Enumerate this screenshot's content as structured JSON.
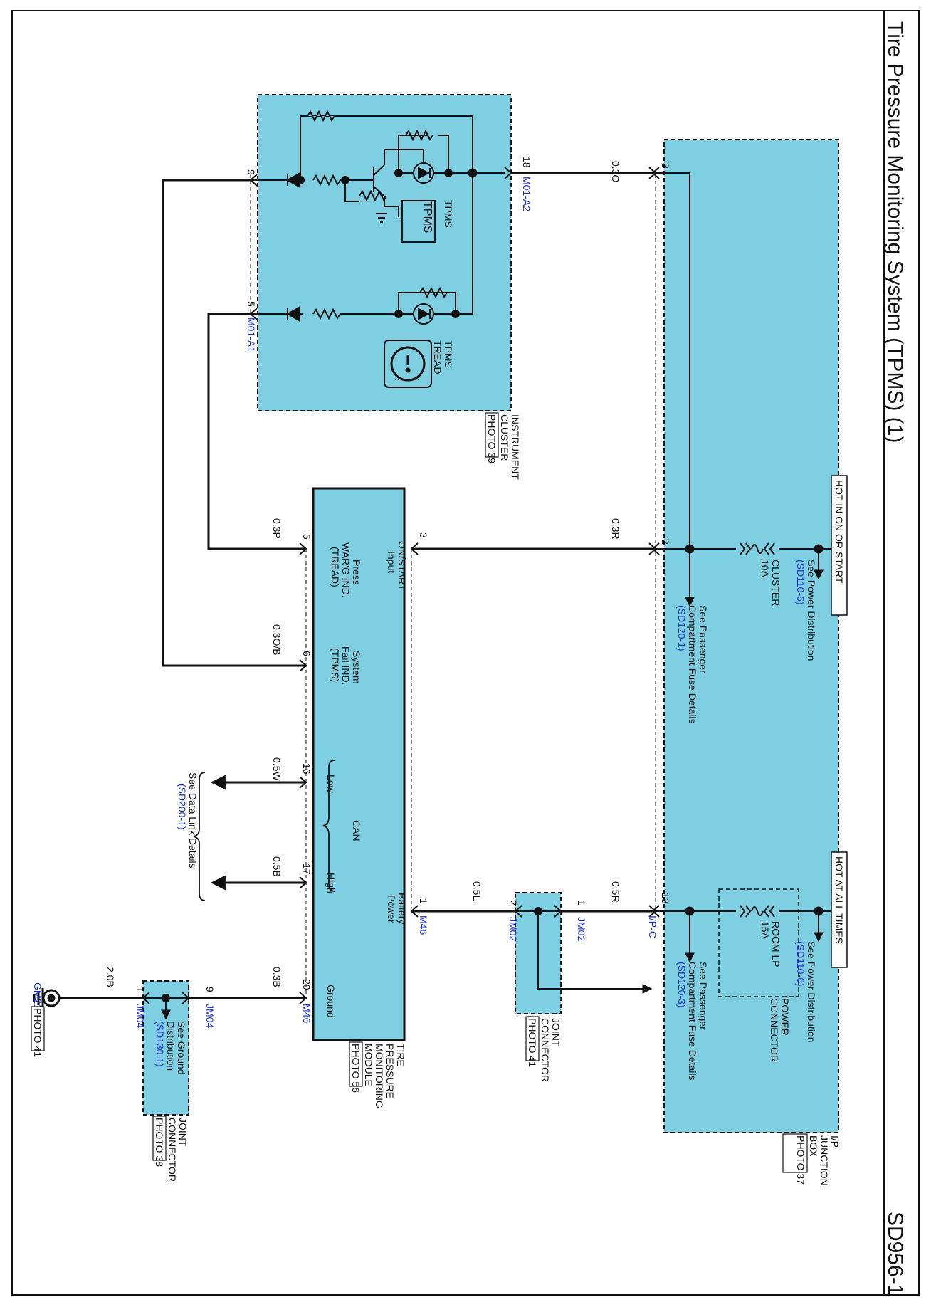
{
  "title": "Tire Pressure Monitoring System (TPMS) (1)",
  "code": "SD956-1",
  "power": {
    "hot_in_on_or_start": "HOT IN ON OR START",
    "hot_at_all_times": "HOT AT ALL TIMES"
  },
  "junction_box": {
    "name_lines": [
      "I/P",
      "JUNCTION",
      "BOX"
    ],
    "photo": "PHOTO 37",
    "power_connector_lines": [
      "POWER",
      "CONNECTOR"
    ],
    "fuse_cluster": {
      "name": "CLUSTER",
      "rating": "10A"
    },
    "fuse_room": {
      "name": "ROOM LP",
      "rating": "15A"
    },
    "see_power_dist_1": {
      "lines": [
        "See Power Distribution"
      ],
      "ref": "(SD110-6)"
    },
    "see_power_dist_2": {
      "lines": [
        "See Power Distribution"
      ],
      "ref": "(SD110-6)"
    },
    "see_pass_fuse_1": {
      "lines": [
        "See Passenger",
        "Compartment Fuse Details"
      ],
      "ref": "(SD120-1)"
    },
    "see_pass_fuse_2": {
      "lines": [
        "See Passenger",
        "Compartment Fuse Details"
      ],
      "ref": "(SD120-3)"
    },
    "pins": {
      "p3": "3",
      "p2": "2",
      "p13": "13"
    },
    "connector_ipc": "I/P-C"
  },
  "cluster": {
    "name_lines": [
      "INSTRUMENT",
      "CLUSTER"
    ],
    "photo": "PHOTO 39",
    "tpms_label": "TPMS",
    "tpms_box": "TPMS",
    "tread_lines": [
      "TPMS",
      "TREAD"
    ],
    "pins": {
      "p18": "18",
      "p9": "9",
      "p5": "5"
    },
    "conn_a2": "M01-A2",
    "conn_a1": "M01-A1"
  },
  "tpms_module": {
    "name_lines": [
      "TIRE",
      "PRESSURE",
      "MONITORING",
      "MODULE"
    ],
    "photo": "PHOTO 56",
    "conn": "M46",
    "inputs": {
      "on_start": [
        "ON/START",
        "Input"
      ],
      "press": [
        "Press",
        "WAR'G IND.",
        "(TREAD)"
      ],
      "sysfail": [
        "System",
        "Fail IND.",
        "(TPMS)"
      ],
      "can": "CAN",
      "low": "Low",
      "high": "High",
      "battery": [
        "Battery",
        "Power"
      ],
      "ground": "Ground"
    },
    "pins": {
      "p3": "3",
      "p5": "5",
      "p6": "6",
      "p16": "16",
      "p17": "17",
      "p1": "1",
      "p20": "20"
    }
  },
  "wires": {
    "w_03O": "0.3O",
    "w_03R": "0.3R",
    "w_03P": "0.3P",
    "w_03OB": "0.3O/B",
    "w_05W": "0.5W",
    "w_05B": "0.5B",
    "w_05R": "0.5R",
    "w_05L": "0.5L",
    "w_03B": "0.3B",
    "w_20B": "2.0B"
  },
  "data_link": {
    "lines": [
      "See Data Link Details"
    ],
    "ref": "(SD200-1)"
  },
  "jm02": {
    "conn": "JM02",
    "pin1": "1",
    "pin2": "2",
    "name_lines": [
      "JOINT",
      "CONNECTOR"
    ],
    "photo": "PHOTO 41"
  },
  "jm04": {
    "conn": "JM04",
    "pin9": "9",
    "pin1": "1",
    "name_lines": [
      "JOINT",
      "CONNECTOR"
    ],
    "photo": "PHOTO 38",
    "see_ground": {
      "lines": [
        "See Ground",
        "Distribution"
      ],
      "ref": "(SD130-1)"
    }
  },
  "ground": {
    "name": "GM21",
    "photo": "PHOTO 41"
  },
  "colors": {
    "component_fill": "#7fcfe3",
    "ref_blue": "#1a2fd6",
    "line": "#111111"
  }
}
